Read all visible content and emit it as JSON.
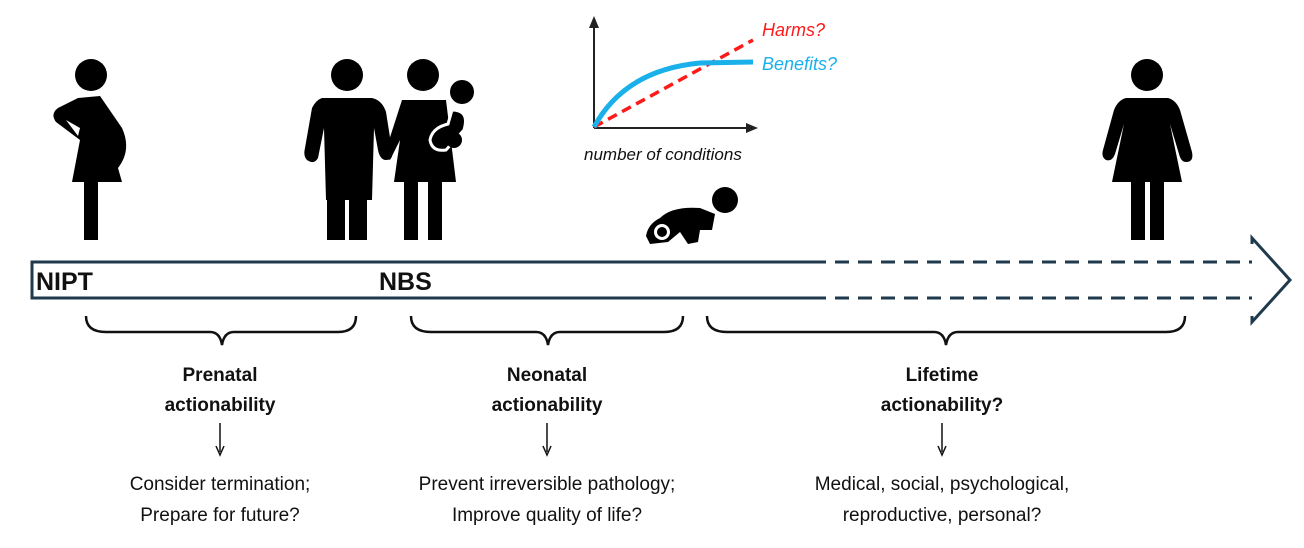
{
  "timeline": {
    "markers": [
      "NIPT",
      "NBS"
    ],
    "colors": {
      "outline": "#1f3a4d",
      "harms": "#ff1a1a",
      "benefits": "#1ab0ea"
    }
  },
  "inset_chart": {
    "xlabel": "number of conditions",
    "series": [
      {
        "name": "Harms?",
        "style": "dashed",
        "shape": "linear"
      },
      {
        "name": "Benefits?",
        "style": "solid",
        "shape": "saturating"
      }
    ]
  },
  "stages": [
    {
      "title_line1": "Prenatal",
      "title_line2": "actionability",
      "outcome_line1": "Consider termination;",
      "outcome_line2": "Prepare for future?"
    },
    {
      "title_line1": "Neonatal",
      "title_line2": "actionability",
      "outcome_line1": "Prevent irreversible pathology;",
      "outcome_line2": "Improve quality of life?"
    },
    {
      "title_line1": "Lifetime",
      "title_line2": "actionability?",
      "outcome_line1": "Medical, social, psychological,",
      "outcome_line2": "reproductive, personal?"
    }
  ],
  "icons": [
    "pregnant-woman-icon",
    "family-icon",
    "crawling-baby-icon",
    "woman-icon"
  ]
}
